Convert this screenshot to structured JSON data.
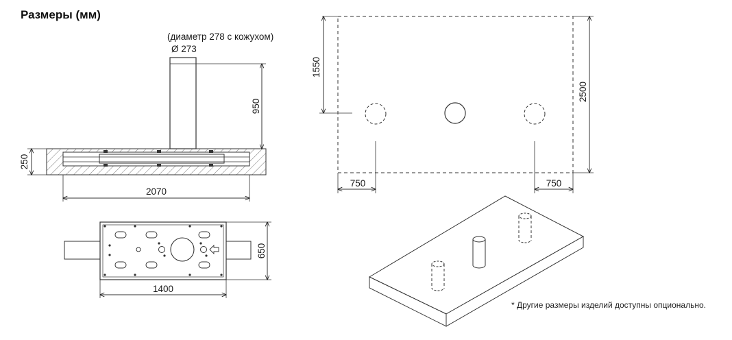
{
  "title": "Размеры (мм)",
  "side_view": {
    "diameter_note": "(диаметр 278 с кожухом)",
    "diameter": "Ø 273",
    "height_dim": "950",
    "depth_dim": "250",
    "length_dim": "2070"
  },
  "plan_view": {
    "width_dim": "1400",
    "height_dim": "650"
  },
  "layout_view": {
    "offset_dim": "1550",
    "total_dim": "2500",
    "left_dim": "750",
    "right_dim": "750"
  },
  "footnote": "* Другие размеры изделий доступны опционально."
}
